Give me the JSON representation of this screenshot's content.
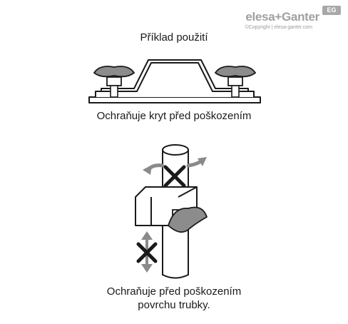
{
  "logo": {
    "brand": "elesa+Ganter",
    "badge": "EG",
    "copyright": "©Copyright | elesa-ganter.com"
  },
  "heading": "Příklad použití",
  "captions": {
    "cover": "Ochraňuje kryt před poškozením",
    "tube_line1": "Ochraňuje před poškozením",
    "tube_line2": "povrchu trubky."
  },
  "colors": {
    "line": "#1a1a1a",
    "arrow": "#8a8a8a",
    "knob": "#8c8c8c",
    "cross": "#1a1a1a"
  }
}
